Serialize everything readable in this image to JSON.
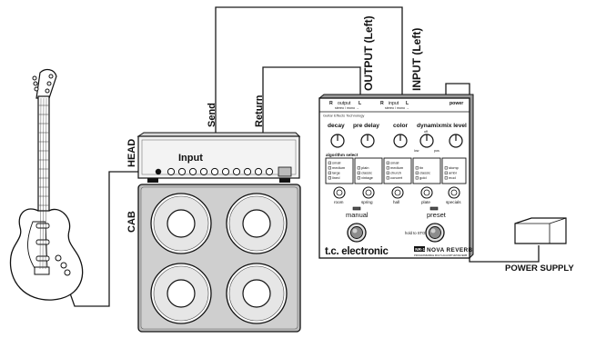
{
  "labels": {
    "send": "Send",
    "return": "Return",
    "output": "OUTPUT (Left)",
    "input": "INPUT (Left)",
    "head": "HEAD",
    "cab": "CAB",
    "amp_input": "Input",
    "power_supply": "POWER SUPPLY"
  },
  "pedal": {
    "top_jacks": {
      "out_r": "R",
      "out_label": "output",
      "out_l": "L",
      "out_sub": "stereo / mono →",
      "in_r": "R",
      "in_label": "input",
      "in_l": "L",
      "in_sub": "stereo / mono →",
      "power": "power"
    },
    "brand_line": "Guitar Effects Technology",
    "knobs": [
      {
        "label": "decay"
      },
      {
        "label": "pre delay"
      },
      {
        "label": "color"
      },
      {
        "label": "dynamix"
      },
      {
        "label": "mix level"
      }
    ],
    "dynamix_marks": {
      "off": "off",
      "low": "low",
      "pos": "pos"
    },
    "algorithm_select": "algorithm select",
    "algorithms": [
      {
        "name": "room",
        "options": [
          "small",
          "medium",
          "large",
          "lined"
        ]
      },
      {
        "name": "spring",
        "options": [
          "plain",
          "classic",
          "vintage"
        ]
      },
      {
        "name": "hall",
        "options": [
          "small",
          "medium",
          "church",
          "concert"
        ]
      },
      {
        "name": "plate",
        "options": [
          "tin",
          "classic",
          "gold"
        ]
      },
      {
        "name": "specials",
        "options": [
          "stomp",
          "ambi",
          "mod"
        ]
      }
    ],
    "manual": "manual",
    "preset": "preset",
    "hold_to_store": "hold to STORE",
    "brand": "t.c. electronic",
    "product_badge": "NR-1",
    "product_name": "NOVA REVERB",
    "product_sub": "PROGRAMMABLE MULTI-ALGORITHM REVERB"
  }
}
